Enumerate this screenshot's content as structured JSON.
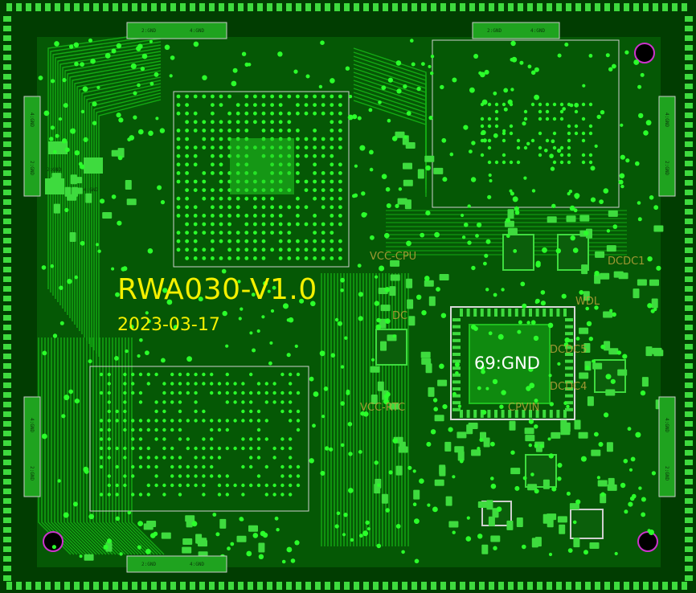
{
  "board": {
    "title": "RWA030-V1.0",
    "date": "2023-03-17",
    "main_ic_label": "69:GND"
  },
  "net_labels": [
    "VCC-RTC",
    "CPVIN",
    "DC",
    "DCDC5",
    "DCDC4",
    "VCC-CPU",
    "DCDC1",
    "WDL"
  ],
  "pad_labels": [
    "2:GND",
    "4:GND"
  ],
  "colors": {
    "board": "#013d01",
    "copper": "#0f8a0f",
    "trace": "#16b316",
    "via": "#2bff2b",
    "pad": "#3edb3e",
    "outline": "#c9c9c9",
    "silkscreen": "#f4f000",
    "mount_hole": "#cc33cc"
  }
}
